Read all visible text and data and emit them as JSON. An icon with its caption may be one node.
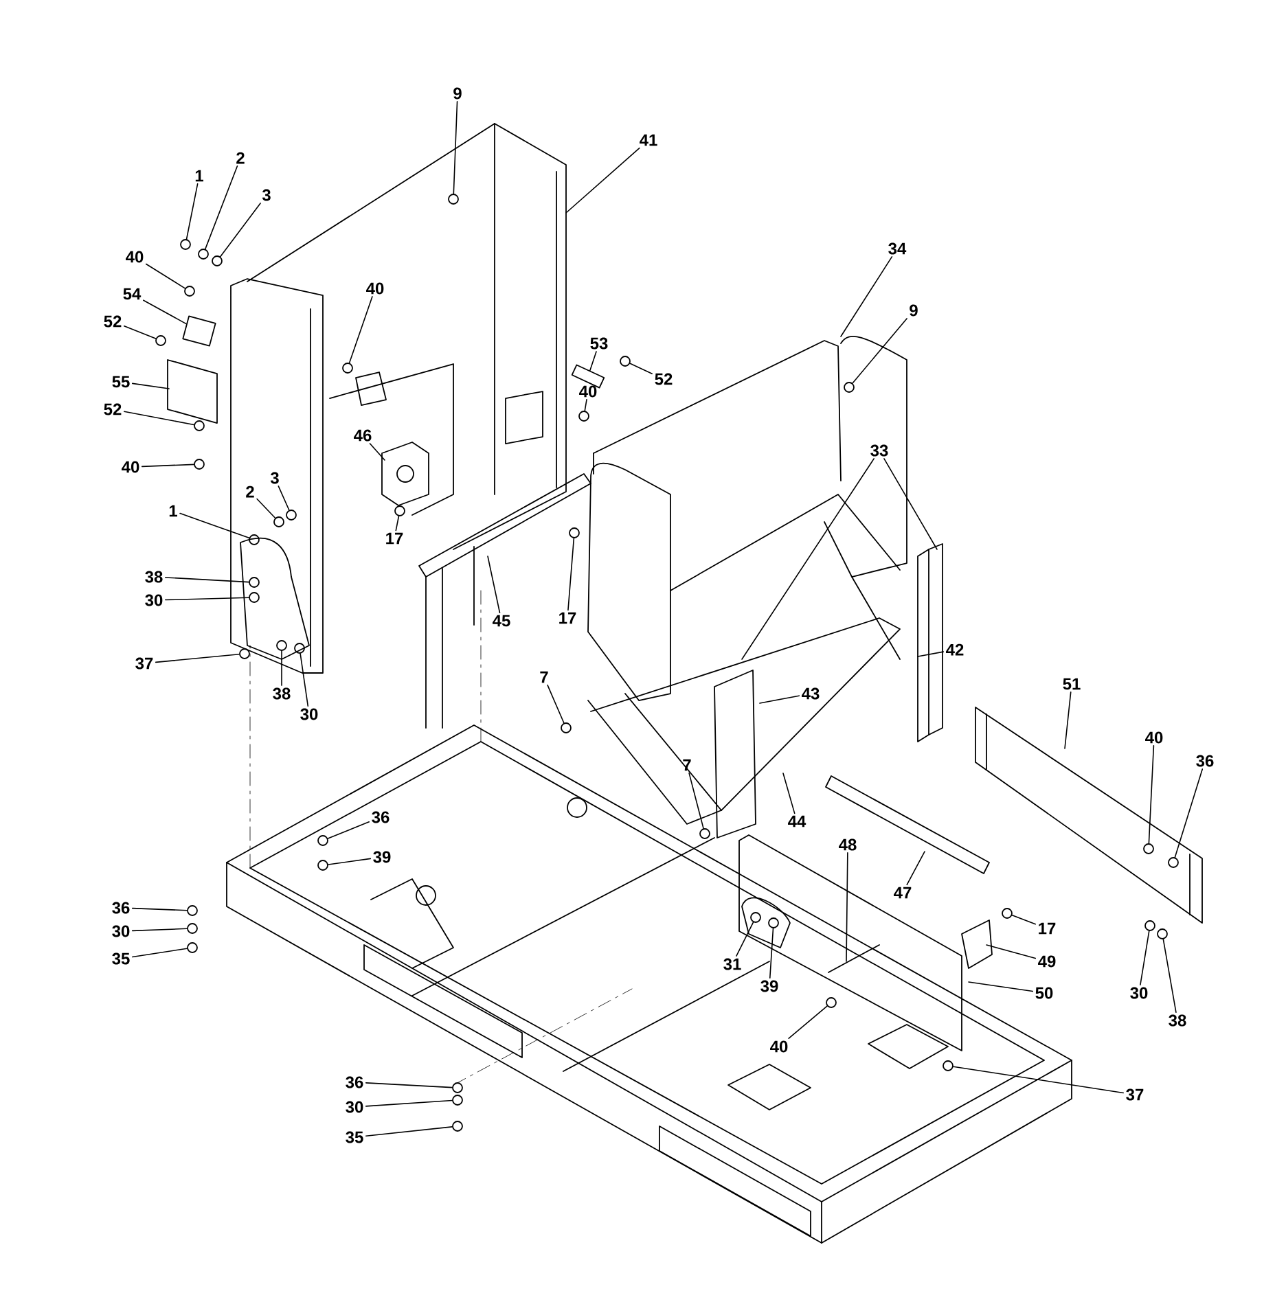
{
  "diagram": {
    "nodes": [
      {
        "text": [
          "9"
        ]
      },
      {
        "text": [
          "41"
        ]
      },
      {
        "text": [
          "1"
        ]
      },
      {
        "text": [
          "2"
        ]
      },
      {
        "text": [
          "3"
        ]
      },
      {
        "text": [
          "34"
        ]
      },
      {
        "text": [
          "40"
        ]
      },
      {
        "text": [
          "40"
        ]
      },
      {
        "text": [
          "54"
        ]
      },
      {
        "text": [
          "9"
        ]
      },
      {
        "text": [
          "52"
        ]
      },
      {
        "text": [
          "53"
        ]
      },
      {
        "text": [
          "52"
        ]
      },
      {
        "text": [
          "55"
        ]
      },
      {
        "text": [
          "40"
        ]
      },
      {
        "text": [
          "52"
        ]
      },
      {
        "text": [
          "46"
        ]
      },
      {
        "text": [
          "33"
        ]
      },
      {
        "text": [
          "40"
        ]
      },
      {
        "text": [
          "3"
        ]
      },
      {
        "text": [
          "2"
        ]
      },
      {
        "text": [
          "1"
        ]
      },
      {
        "text": [
          "17"
        ]
      },
      {
        "text": [
          "45"
        ]
      },
      {
        "text": [
          "17"
        ]
      },
      {
        "text": [
          "38"
        ]
      },
      {
        "text": [
          "30"
        ]
      },
      {
        "text": [
          "42"
        ]
      },
      {
        "text": [
          "37"
        ]
      },
      {
        "text": [
          "7"
        ]
      },
      {
        "text": [
          "51"
        ]
      },
      {
        "text": [
          "38"
        ]
      },
      {
        "text": [
          "43"
        ]
      },
      {
        "text": [
          "30"
        ]
      },
      {
        "text": [
          "40"
        ]
      },
      {
        "text": [
          "36"
        ]
      },
      {
        "text": [
          "7"
        ]
      },
      {
        "text": [
          "44"
        ]
      },
      {
        "text": [
          "36"
        ]
      },
      {
        "text": [
          "48"
        ]
      },
      {
        "text": [
          "47"
        ]
      },
      {
        "text": [
          "39"
        ]
      },
      {
        "text": [
          "36"
        ]
      },
      {
        "text": [
          "17"
        ]
      },
      {
        "text": [
          "30"
        ]
      },
      {
        "text": [
          "35"
        ]
      },
      {
        "text": [
          "49"
        ]
      },
      {
        "text": [
          "31"
        ]
      },
      {
        "text": [
          "50"
        ]
      },
      {
        "text": [
          "39"
        ]
      },
      {
        "text": [
          "30"
        ]
      },
      {
        "text": [
          "38"
        ]
      },
      {
        "text": [
          "40"
        ]
      },
      {
        "text": [
          "36"
        ]
      },
      {
        "text": [
          "37"
        ]
      },
      {
        "text": [
          "30"
        ]
      },
      {
        "text": [
          "35"
        ]
      },
      {
        "text": [],
        "shape": "circle"
      },
      {
        "text": [],
        "shape": "circle"
      },
      {
        "text": [],
        "shape": "circle"
      },
      {
        "text": [],
        "shape": "circle"
      },
      {
        "text": [],
        "shape": "circle"
      },
      {
        "text": [],
        "shape": "circle"
      },
      {
        "text": [],
        "shape": "circle"
      },
      {
        "text": [],
        "shape": "circle"
      },
      {
        "text": [],
        "shape": "box"
      },
      {
        "text": [],
        "shape": "circle"
      },
      {
        "text": [],
        "shape": "circle"
      },
      {
        "text": [],
        "shape": "circle"
      },
      {
        "text": [],
        "shape": "circle"
      },
      {
        "text": [],
        "shape": "circle"
      },
      {
        "text": [],
        "shape": "circle"
      },
      {
        "text": [],
        "shape": "circle"
      },
      {
        "text": [],
        "shape": "circle"
      },
      {
        "text": [],
        "shape": "circle"
      },
      {
        "text": [],
        "shape": "circle"
      },
      {
        "text": [],
        "shape": "circle"
      },
      {
        "text": [],
        "shape": "circle"
      },
      {
        "text": [],
        "shape": "circle"
      },
      {
        "text": [],
        "shape": "circle"
      },
      {
        "text": [],
        "shape": "circle"
      },
      {
        "text": [],
        "shape": "circle"
      },
      {
        "text": [],
        "shape": "circle"
      },
      {
        "text": [],
        "shape": "circle"
      },
      {
        "text": [],
        "shape": "circle"
      },
      {
        "text": [],
        "shape": "circle"
      },
      {
        "text": [],
        "shape": "circle"
      },
      {
        "text": [],
        "shape": "circle"
      },
      {
        "text": [],
        "shape": "circle"
      },
      {
        "text": [],
        "shape": "circle"
      },
      {
        "text": [],
        "shape": "circle"
      },
      {
        "text": [],
        "shape": "circle"
      },
      {
        "text": [],
        "shape": "circle"
      },
      {
        "text": [],
        "shape": "circle"
      },
      {
        "text": [],
        "shape": "circle"
      },
      {
        "text": [],
        "shape": "circle"
      },
      {
        "text": [],
        "shape": "circle"
      },
      {
        "text": [],
        "shape": "circle"
      },
      {
        "text": [],
        "shape": "circle"
      },
      {
        "text": [],
        "shape": "box"
      }
    ],
    "edges": [
      {
        "from": 0,
        "to": 57,
        "arrow": "none"
      },
      {
        "from": 1,
        "to": null,
        "arrow": "none"
      },
      {
        "from": 2,
        "to": 58,
        "arrow": "none"
      },
      {
        "from": 3,
        "to": 59,
        "arrow": "none"
      },
      {
        "from": 4,
        "to": 60,
        "arrow": "none"
      },
      {
        "from": 5,
        "to": null,
        "arrow": "none"
      },
      {
        "from": 6,
        "to": 61,
        "arrow": "none"
      },
      {
        "from": 7,
        "to": 62,
        "arrow": "none"
      },
      {
        "from": 8,
        "to": 99,
        "arrow": "none"
      },
      {
        "from": 9,
        "to": 63,
        "arrow": "none"
      },
      {
        "from": 10,
        "to": 64,
        "arrow": "none"
      },
      {
        "from": 11,
        "to": 65,
        "arrow": "none"
      },
      {
        "from": 12,
        "to": 66,
        "arrow": "none"
      },
      {
        "from": 13,
        "to": null,
        "arrow": "none"
      },
      {
        "from": 14,
        "to": 67,
        "arrow": "none"
      },
      {
        "from": 15,
        "to": 68,
        "arrow": "none"
      },
      {
        "from": 16,
        "to": null,
        "arrow": "none"
      },
      {
        "from": 17,
        "to": null,
        "arrow": "none"
      },
      {
        "from": 17,
        "to": null,
        "arrow": "none"
      },
      {
        "from": 18,
        "to": 69,
        "arrow": "none"
      },
      {
        "from": 19,
        "to": 70,
        "arrow": "none"
      },
      {
        "from": 20,
        "to": 71,
        "arrow": "none"
      },
      {
        "from": 21,
        "to": 72,
        "arrow": "none"
      },
      {
        "from": 22,
        "to": 73,
        "arrow": "none"
      },
      {
        "from": 23,
        "to": null,
        "arrow": "none"
      },
      {
        "from": 24,
        "to": 74,
        "arrow": "none"
      },
      {
        "from": 25,
        "to": 75,
        "arrow": "none"
      },
      {
        "from": 26,
        "to": 76,
        "arrow": "none"
      },
      {
        "from": 27,
        "to": null,
        "arrow": "none"
      },
      {
        "from": 28,
        "to": 77,
        "arrow": "none"
      },
      {
        "from": 29,
        "to": 78,
        "arrow": "none"
      },
      {
        "from": 30,
        "to": null,
        "arrow": "none"
      },
      {
        "from": 31,
        "to": 79,
        "arrow": "none"
      },
      {
        "from": 32,
        "to": null,
        "arrow": "none"
      },
      {
        "from": 33,
        "to": 80,
        "arrow": "none"
      },
      {
        "from": 34,
        "to": 81,
        "arrow": "none"
      },
      {
        "from": 35,
        "to": 82,
        "arrow": "none"
      },
      {
        "from": 36,
        "to": 83,
        "arrow": "none"
      },
      {
        "from": 37,
        "to": null,
        "arrow": "none"
      },
      {
        "from": 38,
        "to": 84,
        "arrow": "none"
      },
      {
        "from": 39,
        "to": null,
        "arrow": "none"
      },
      {
        "from": 40,
        "to": null,
        "arrow": "none"
      },
      {
        "from": 41,
        "to": 85,
        "arrow": "none"
      },
      {
        "from": 42,
        "to": 86,
        "arrow": "none"
      },
      {
        "from": 43,
        "to": 87,
        "arrow": "none"
      },
      {
        "from": 44,
        "to": 88,
        "arrow": "none"
      },
      {
        "from": 45,
        "to": 89,
        "arrow": "none"
      },
      {
        "from": 46,
        "to": null,
        "arrow": "none"
      },
      {
        "from": 47,
        "to": 90,
        "arrow": "none"
      },
      {
        "from": 48,
        "to": null,
        "arrow": "none"
      },
      {
        "from": 49,
        "to": 91,
        "arrow": "none"
      },
      {
        "from": 50,
        "to": 92,
        "arrow": "none"
      },
      {
        "from": 51,
        "to": 93,
        "arrow": "none"
      },
      {
        "from": 52,
        "to": 94,
        "arrow": "none"
      },
      {
        "from": 53,
        "to": 95,
        "arrow": "none"
      },
      {
        "from": 54,
        "to": 96,
        "arrow": "none"
      },
      {
        "from": 55,
        "to": 97,
        "arrow": "none"
      },
      {
        "from": 56,
        "to": 98,
        "arrow": "none"
      }
    ]
  }
}
